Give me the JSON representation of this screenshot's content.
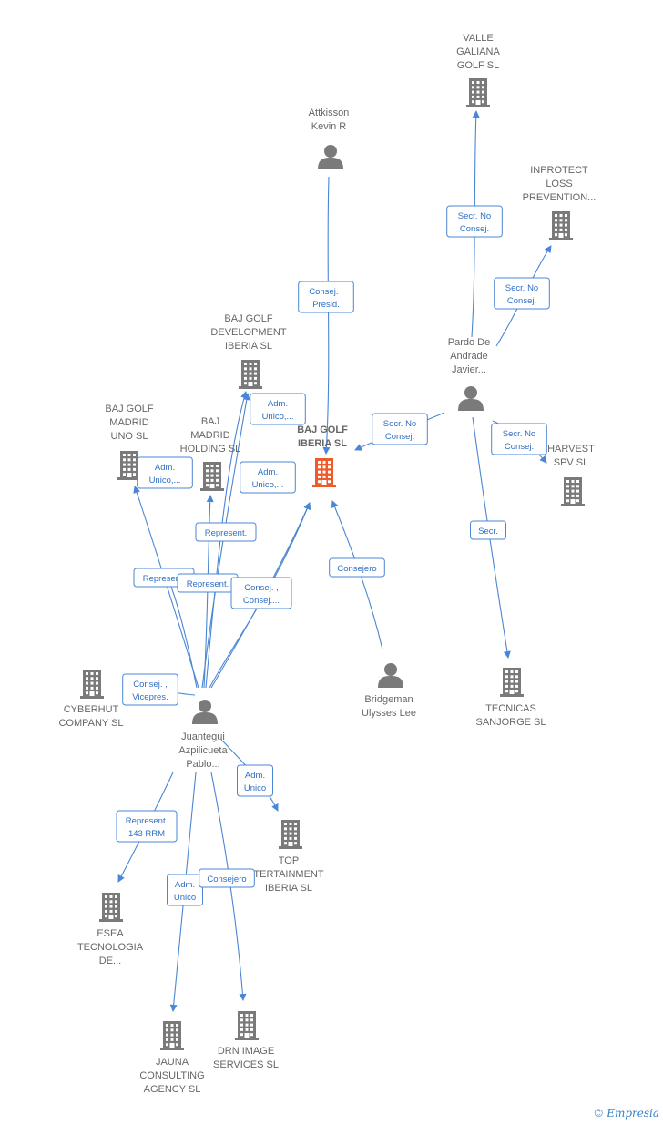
{
  "nodes": [
    {
      "id": "valle",
      "type": "company",
      "label": [
        "VALLE",
        "GALIANA",
        "GOLF SL"
      ]
    },
    {
      "id": "attkisson",
      "type": "person",
      "label": [
        "Attkisson",
        "Kevin R"
      ]
    },
    {
      "id": "inprotect",
      "type": "company",
      "label": [
        "INPROTECT",
        "LOSS",
        "PREVENTION..."
      ]
    },
    {
      "id": "bajdev",
      "type": "company",
      "label": [
        "BAJ GOLF",
        "DEVELOPMENT",
        "IBERIA  SL"
      ]
    },
    {
      "id": "pardo",
      "type": "person",
      "label": [
        "Pardo De",
        "Andrade",
        "Javier..."
      ]
    },
    {
      "id": "bajmadriduno",
      "type": "company",
      "label": [
        "BAJ GOLF",
        "MADRID",
        "UNO  SL"
      ]
    },
    {
      "id": "bajmadridholding",
      "type": "company",
      "label": [
        "BAJ",
        "MADRID",
        "HOLDING  SL"
      ]
    },
    {
      "id": "bajiberia",
      "type": "company-main",
      "label": [
        "BAJ GOLF",
        "IBERIA  SL"
      ]
    },
    {
      "id": "harvest",
      "type": "company",
      "label": [
        "HARVEST",
        "SPV  SL"
      ]
    },
    {
      "id": "bridgeman",
      "type": "person",
      "label": [
        "Bridgeman",
        "Ulysses Lee"
      ]
    },
    {
      "id": "cyberhut",
      "type": "company",
      "label": [
        "CYBERHUT",
        "COMPANY  SL"
      ]
    },
    {
      "id": "tecnicas",
      "type": "company",
      "label": [
        "TECNICAS",
        "SANJORGE  SL"
      ]
    },
    {
      "id": "juantegui",
      "type": "person",
      "label": [
        "Juantegui",
        "Azpilicueta",
        "Pablo..."
      ]
    },
    {
      "id": "top",
      "type": "company",
      "label": [
        "TOP",
        "TERTAINMENT",
        "IBERIA  SL"
      ]
    },
    {
      "id": "esea",
      "type": "company",
      "label": [
        "ESEA",
        "TECNOLOGIA",
        "DE..."
      ]
    },
    {
      "id": "jauna",
      "type": "company",
      "label": [
        "JAUNA",
        "CONSULTING",
        "AGENCY SL"
      ]
    },
    {
      "id": "drn",
      "type": "company",
      "label": [
        "DRN IMAGE",
        "SERVICES  SL"
      ]
    }
  ],
  "edges": [
    {
      "from": "pardo",
      "to": "valle",
      "label": [
        "Secr.  No",
        "Consej."
      ]
    },
    {
      "from": "pardo",
      "to": "inprotect",
      "label": [
        "Secr.  No",
        "Consej."
      ]
    },
    {
      "from": "attkisson",
      "to": "bajiberia",
      "label": [
        "Consej. ,",
        "Presid."
      ]
    },
    {
      "from": "pardo",
      "to": "bajiberia",
      "label": [
        "Secr.  No",
        "Consej."
      ]
    },
    {
      "from": "pardo",
      "to": "harvest",
      "label": [
        "Secr.  No",
        "Consej."
      ]
    },
    {
      "from": "pardo",
      "to": "tecnicas",
      "label": [
        "Secr."
      ]
    },
    {
      "from": "juantegui",
      "to": "bajdev",
      "label": [
        "Adm.",
        "Unico,..."
      ]
    },
    {
      "from": "juantegui",
      "to": "bajmadriduno",
      "label": [
        "Adm.",
        "Unico,..."
      ]
    },
    {
      "from": "juantegui",
      "to": "bajiberia",
      "label": [
        "Adm.",
        "Unico,..."
      ]
    },
    {
      "from": "juantegui",
      "to": "bajdev",
      "label": [
        "Represent."
      ]
    },
    {
      "from": "juantegui",
      "to": "bajmadriduno",
      "label": [
        "Represent."
      ]
    },
    {
      "from": "juantegui",
      "to": "bajmadridholding",
      "label": [
        "Represent."
      ]
    },
    {
      "from": "juantegui",
      "to": "bajiberia",
      "label": [
        "Consej. ,",
        "Consej...."
      ]
    },
    {
      "from": "bridgeman",
      "to": "bajiberia",
      "label": [
        "Consejero"
      ]
    },
    {
      "from": "juantegui",
      "to": "cyberhut",
      "label": [
        "Consej. ,",
        "Vicepres."
      ]
    },
    {
      "from": "juantegui",
      "to": "top",
      "label": [
        "Adm.",
        "Unico"
      ]
    },
    {
      "from": "juantegui",
      "to": "esea",
      "label": [
        "Represent.",
        "143 RRM"
      ]
    },
    {
      "from": "juantegui",
      "to": "jauna",
      "label": [
        "Adm.",
        "Unico"
      ]
    },
    {
      "from": "juantegui",
      "to": "drn",
      "label": [
        "Consejero"
      ]
    }
  ],
  "brand": {
    "copyright": "©",
    "name": "Empresia"
  },
  "colors": {
    "node": "#7a7a7a",
    "main": "#ee5a2a",
    "edge": "#4a86d4"
  }
}
